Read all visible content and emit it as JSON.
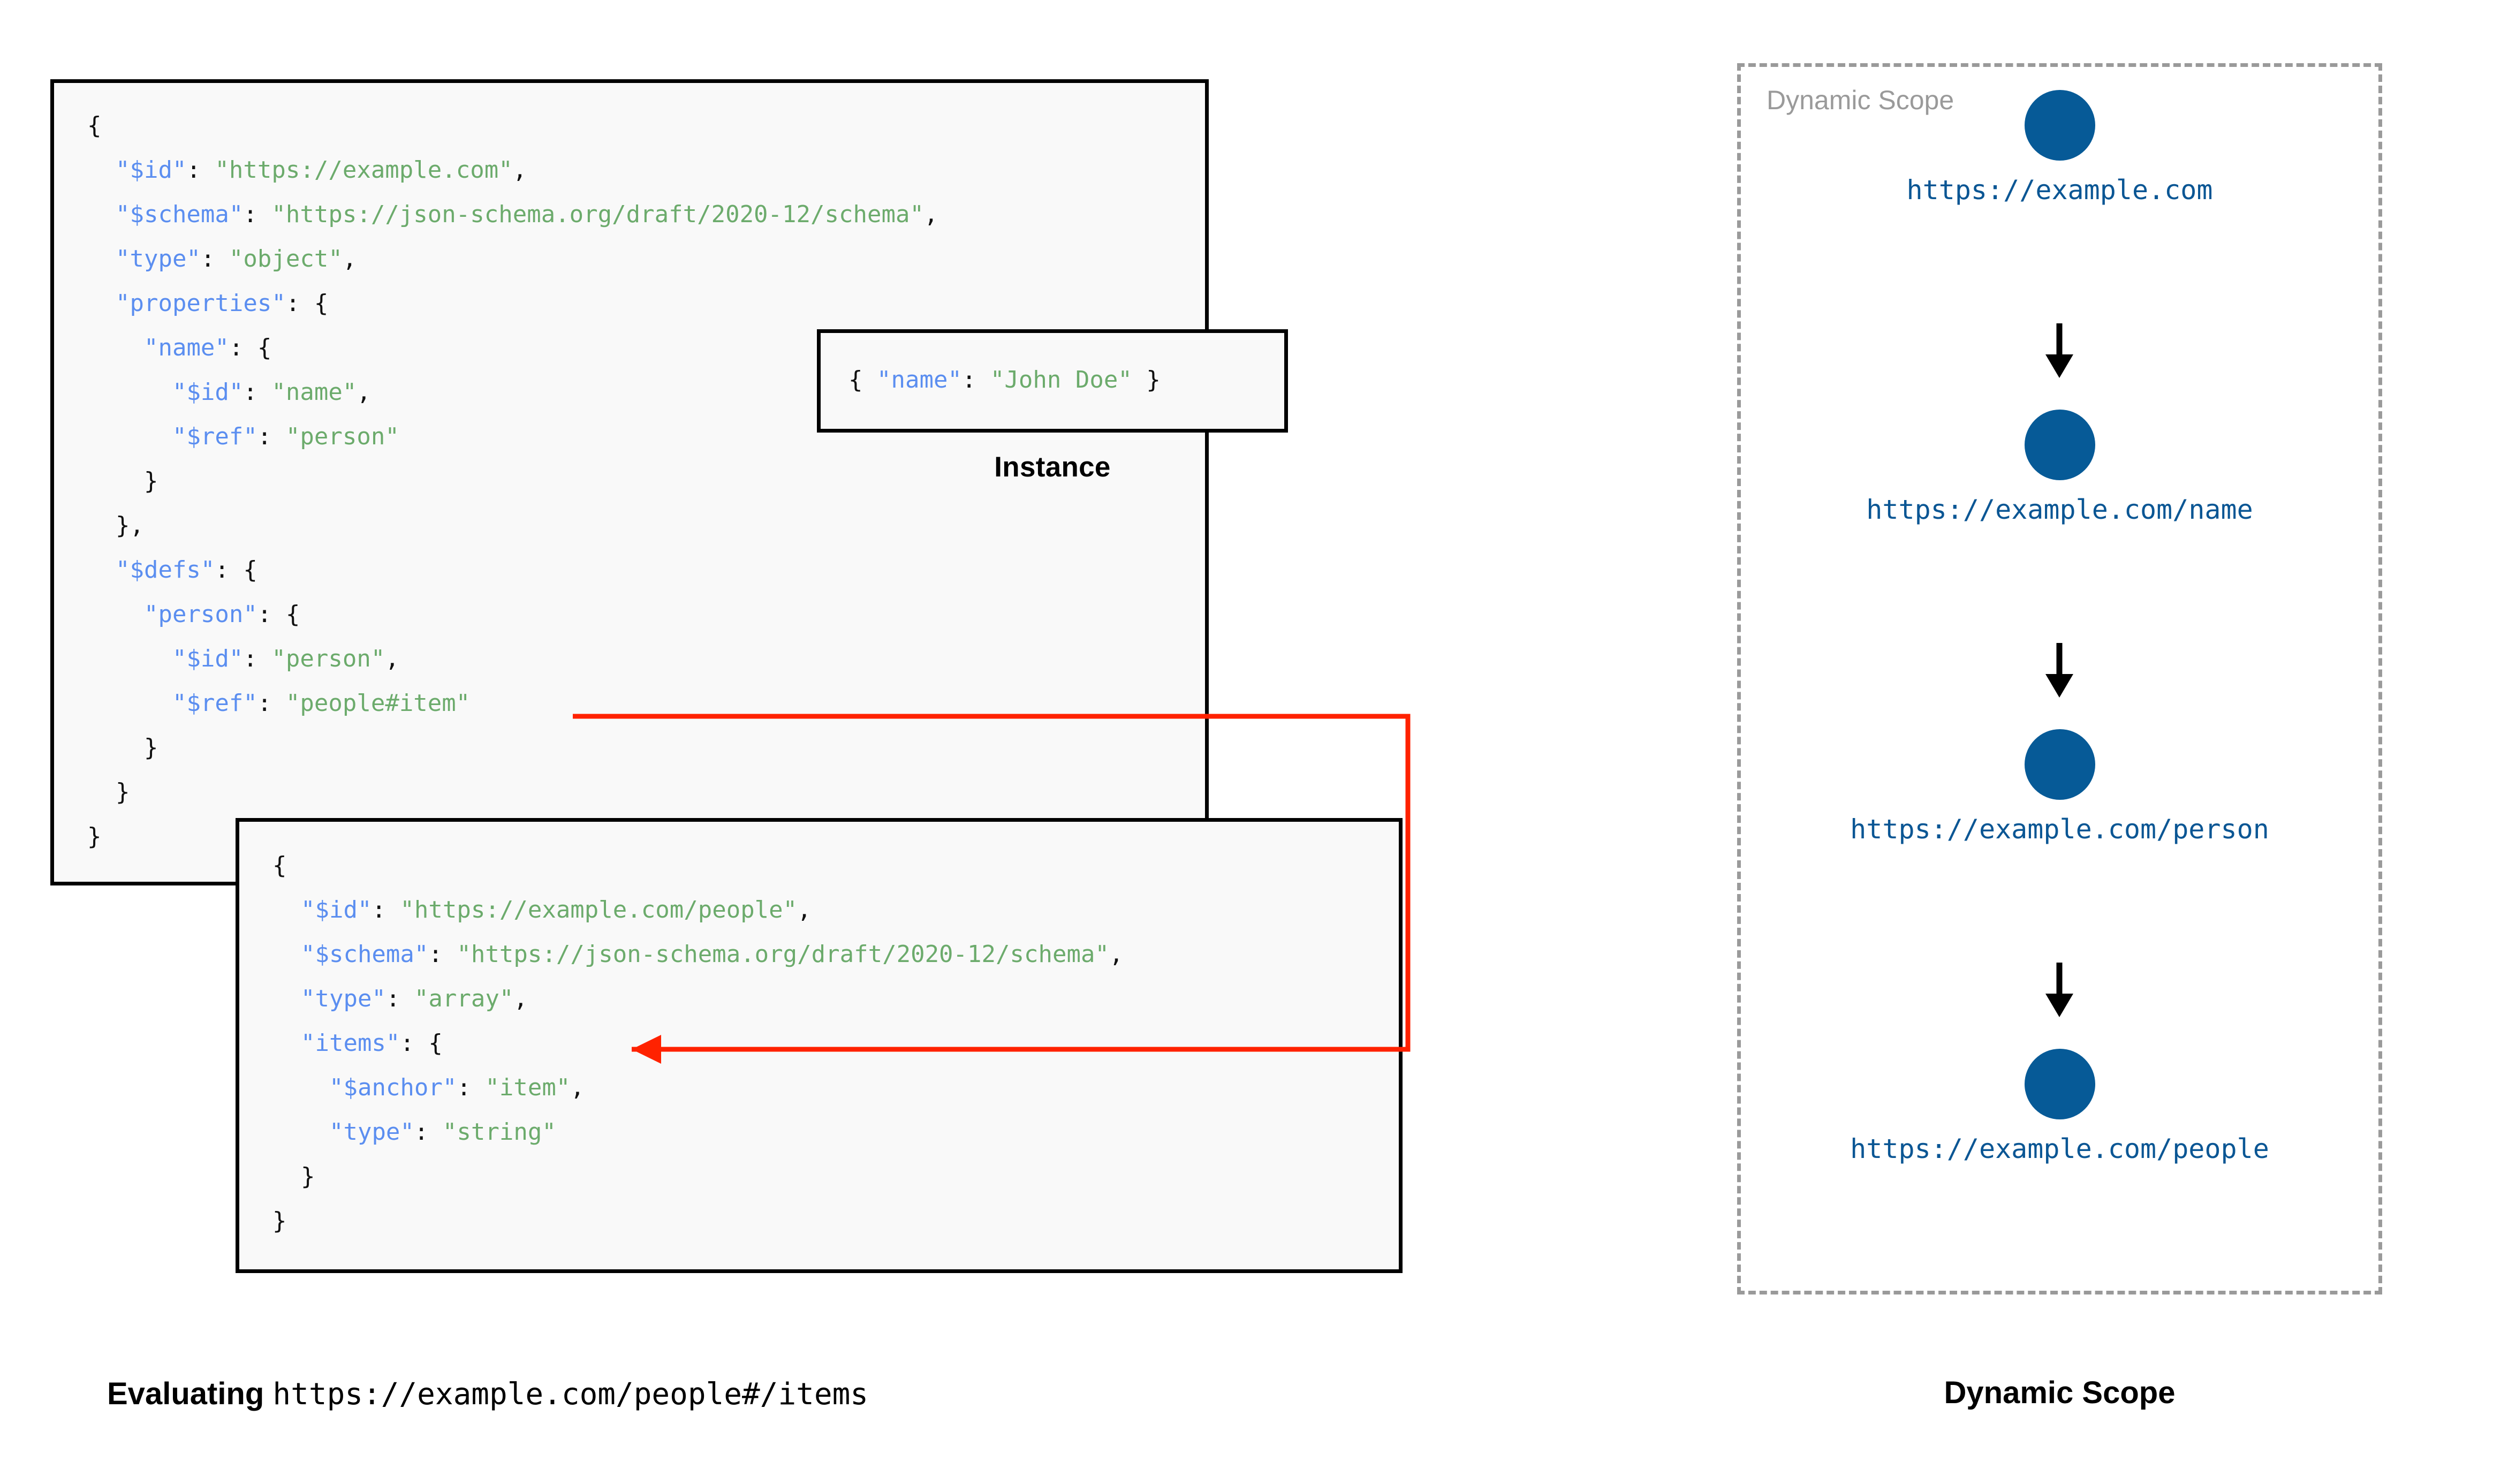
{
  "colors": {
    "json_key": "#5b8ef0",
    "json_string": "#6cab6c",
    "punctuation": "#111111",
    "box_border": "#000000",
    "box_fill": "#f9f9f9",
    "connector_red": "#ff2200",
    "scope_dot": "#065a97",
    "scope_label": "#0a5694",
    "scope_border": "#9a9a9a",
    "scope_title": "#9a9a9a"
  },
  "schema_root": {
    "name": "root-schema",
    "lines": [
      [
        {
          "t": "{",
          "c": "p"
        }
      ],
      [
        {
          "t": "  ",
          "c": "p"
        },
        {
          "t": "\"$id\"",
          "c": "k"
        },
        {
          "t": ": ",
          "c": "p"
        },
        {
          "t": "\"https://example.com\"",
          "c": "s"
        },
        {
          "t": ",",
          "c": "p"
        }
      ],
      [
        {
          "t": "  ",
          "c": "p"
        },
        {
          "t": "\"$schema\"",
          "c": "k"
        },
        {
          "t": ": ",
          "c": "p"
        },
        {
          "t": "\"https://json-schema.org/draft/2020-12/schema\"",
          "c": "s"
        },
        {
          "t": ",",
          "c": "p"
        }
      ],
      [
        {
          "t": "  ",
          "c": "p"
        },
        {
          "t": "\"type\"",
          "c": "k"
        },
        {
          "t": ": ",
          "c": "p"
        },
        {
          "t": "\"object\"",
          "c": "s"
        },
        {
          "t": ",",
          "c": "p"
        }
      ],
      [
        {
          "t": "  ",
          "c": "p"
        },
        {
          "t": "\"properties\"",
          "c": "k"
        },
        {
          "t": ": {",
          "c": "p"
        }
      ],
      [
        {
          "t": "    ",
          "c": "p"
        },
        {
          "t": "\"name\"",
          "c": "k"
        },
        {
          "t": ": {",
          "c": "p"
        }
      ],
      [
        {
          "t": "      ",
          "c": "p"
        },
        {
          "t": "\"$id\"",
          "c": "k"
        },
        {
          "t": ": ",
          "c": "p"
        },
        {
          "t": "\"name\"",
          "c": "s"
        },
        {
          "t": ",",
          "c": "p"
        }
      ],
      [
        {
          "t": "      ",
          "c": "p"
        },
        {
          "t": "\"$ref\"",
          "c": "k"
        },
        {
          "t": ": ",
          "c": "p"
        },
        {
          "t": "\"person\"",
          "c": "s"
        }
      ],
      [
        {
          "t": "    }",
          "c": "p"
        }
      ],
      [
        {
          "t": "  },",
          "c": "p"
        }
      ],
      [
        {
          "t": "  ",
          "c": "p"
        },
        {
          "t": "\"$defs\"",
          "c": "k"
        },
        {
          "t": ": {",
          "c": "p"
        }
      ],
      [
        {
          "t": "    ",
          "c": "p"
        },
        {
          "t": "\"person\"",
          "c": "k"
        },
        {
          "t": ": {",
          "c": "p"
        }
      ],
      [
        {
          "t": "      ",
          "c": "p"
        },
        {
          "t": "\"$id\"",
          "c": "k"
        },
        {
          "t": ": ",
          "c": "p"
        },
        {
          "t": "\"person\"",
          "c": "s"
        },
        {
          "t": ",",
          "c": "p"
        }
      ],
      [
        {
          "t": "      ",
          "c": "p"
        },
        {
          "t": "\"$ref\"",
          "c": "k"
        },
        {
          "t": ": ",
          "c": "p"
        },
        {
          "t": "\"people#item\"",
          "c": "s"
        }
      ],
      [
        {
          "t": "    }",
          "c": "p"
        }
      ],
      [
        {
          "t": "  }",
          "c": "p"
        }
      ],
      [
        {
          "t": "}",
          "c": "p"
        }
      ]
    ]
  },
  "instance": {
    "name": "instance-document",
    "caption": "Instance",
    "lines": [
      [
        {
          "t": "{ ",
          "c": "p"
        },
        {
          "t": "\"name\"",
          "c": "k"
        },
        {
          "t": ": ",
          "c": "p"
        },
        {
          "t": "\"John Doe\"",
          "c": "s"
        },
        {
          "t": " }",
          "c": "p"
        }
      ]
    ]
  },
  "schema_people": {
    "name": "people-schema",
    "lines": [
      [
        {
          "t": "{",
          "c": "p"
        }
      ],
      [
        {
          "t": "  ",
          "c": "p"
        },
        {
          "t": "\"$id\"",
          "c": "k"
        },
        {
          "t": ": ",
          "c": "p"
        },
        {
          "t": "\"https://example.com/people\"",
          "c": "s"
        },
        {
          "t": ",",
          "c": "p"
        }
      ],
      [
        {
          "t": "  ",
          "c": "p"
        },
        {
          "t": "\"$schema\"",
          "c": "k"
        },
        {
          "t": ": ",
          "c": "p"
        },
        {
          "t": "\"https://json-schema.org/draft/2020-12/schema\"",
          "c": "s"
        },
        {
          "t": ",",
          "c": "p"
        }
      ],
      [
        {
          "t": "  ",
          "c": "p"
        },
        {
          "t": "\"type\"",
          "c": "k"
        },
        {
          "t": ": ",
          "c": "p"
        },
        {
          "t": "\"array\"",
          "c": "s"
        },
        {
          "t": ",",
          "c": "p"
        }
      ],
      [
        {
          "t": "  ",
          "c": "p"
        },
        {
          "t": "\"items\"",
          "c": "k"
        },
        {
          "t": ": {",
          "c": "p"
        }
      ],
      [
        {
          "t": "    ",
          "c": "p"
        },
        {
          "t": "\"$anchor\"",
          "c": "k"
        },
        {
          "t": ": ",
          "c": "p"
        },
        {
          "t": "\"item\"",
          "c": "s"
        },
        {
          "t": ",",
          "c": "p"
        }
      ],
      [
        {
          "t": "    ",
          "c": "p"
        },
        {
          "t": "\"type\"",
          "c": "k"
        },
        {
          "t": ": ",
          "c": "p"
        },
        {
          "t": "\"string\"",
          "c": "s"
        }
      ],
      [
        {
          "t": "  }",
          "c": "p"
        }
      ],
      [
        {
          "t": "}",
          "c": "p"
        }
      ]
    ]
  },
  "connector": {
    "name": "ref-resolution-arrow",
    "from_text": "\"people#item\"",
    "to_text": "\"$anchor\": \"item\"",
    "color": "#ff2200"
  },
  "scope": {
    "title": "Dynamic Scope",
    "caption": "Dynamic Scope",
    "nodes": [
      {
        "label": "https://example.com"
      },
      {
        "label": "https://example.com/name"
      },
      {
        "label": "https://example.com/person"
      },
      {
        "label": "https://example.com/people"
      }
    ]
  },
  "caption_left": {
    "bold": "Evaluating",
    "mono": "https://example.com/people#/items"
  }
}
